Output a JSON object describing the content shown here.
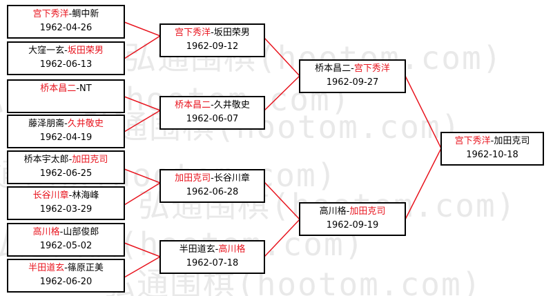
{
  "watermark": "弘通围棋(hootom.com)",
  "round1": [
    {
      "a": "宫下秀洋",
      "b": "鲷中新",
      "winner": "a",
      "date": "1962-04-26"
    },
    {
      "a": "大窪一玄",
      "b": "坂田荣男",
      "winner": "b",
      "date": "1962-06-13"
    },
    {
      "a": "桥本昌二",
      "b": "NT",
      "winner": "a",
      "date": ""
    },
    {
      "a": "藤泽朋斋",
      "b": "久井敬史",
      "winner": "b",
      "date": "1962-04-19"
    },
    {
      "a": "桥本宇太郎",
      "b": "加田克司",
      "winner": "b",
      "date": "1962-06-25"
    },
    {
      "a": "长谷川章",
      "b": "林海峰",
      "winner": "a",
      "date": "1962-03-29"
    },
    {
      "a": "高川格",
      "b": "山部俊郎",
      "winner": "a",
      "date": "1962-05-02"
    },
    {
      "a": "半田道玄",
      "b": "篠原正美",
      "winner": "a",
      "date": "1962-06-20"
    }
  ],
  "round2": [
    {
      "a": "宫下秀洋",
      "b": "坂田荣男",
      "winner": "a",
      "date": "1962-09-12"
    },
    {
      "a": "桥本昌二",
      "b": "久井敬史",
      "winner": "a",
      "date": "1962-06-07"
    },
    {
      "a": "加田克司",
      "b": "长谷川章",
      "winner": "a",
      "date": "1962-06-28"
    },
    {
      "a": "半田道玄",
      "b": "高川格",
      "winner": "b",
      "date": "1962-07-18"
    }
  ],
  "round3": [
    {
      "a": "桥本昌二",
      "b": "宫下秀洋",
      "winner": "b",
      "date": "1962-09-27"
    },
    {
      "a": "高川格",
      "b": "加田克司",
      "winner": "b",
      "date": "1962-09-19"
    }
  ],
  "final": [
    {
      "a": "宫下秀洋",
      "b": "加田克司",
      "winner": "a",
      "date": "1962-10-18"
    }
  ],
  "colors": {
    "winner": "#e8141e",
    "line": "#e8141e",
    "border": "#000000"
  }
}
